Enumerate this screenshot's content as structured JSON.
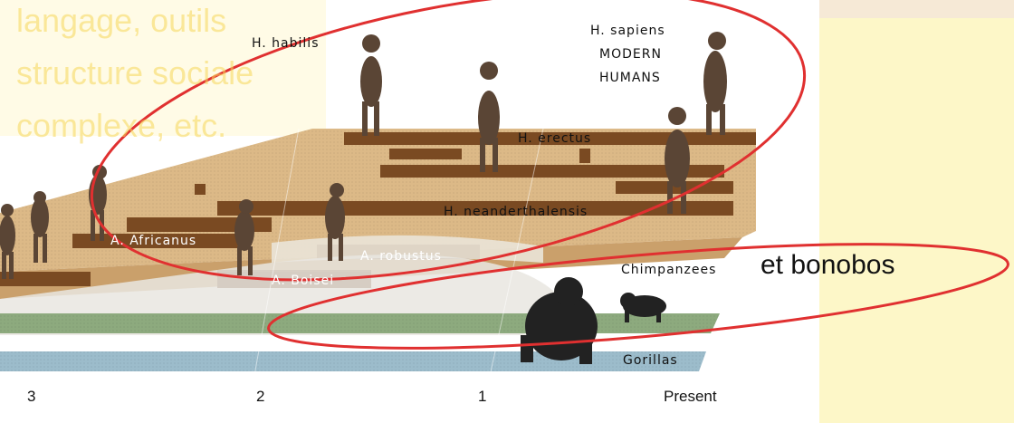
{
  "overlay_text": [
    "langage, outils",
    "structure sociale",
    "complexe, etc."
  ],
  "species": {
    "habilis": "H. habilis",
    "sapiens_1": "H. sapiens",
    "sapiens_2": "MODERN",
    "sapiens_3": "HUMANS",
    "erectus": "H. erectus",
    "neanderthalensis": "H. neanderthalensis",
    "africanus": "A. Africanus",
    "robustus": "A. robustus",
    "boisei": "A. Boisei",
    "chimpanzees": "Chimpanzees",
    "gorillas": "Gorillas"
  },
  "annotation": "et bonobos",
  "timeline": [
    "3",
    "2",
    "1",
    "Present"
  ],
  "colors": {
    "background_right": "#fdf7c8",
    "platform": "#dcb987",
    "bars": "#7a4a22",
    "chimp_band": "#8daa7e",
    "gorilla_band": "#9cbccb",
    "highlight_ellipse": "#e03030"
  }
}
